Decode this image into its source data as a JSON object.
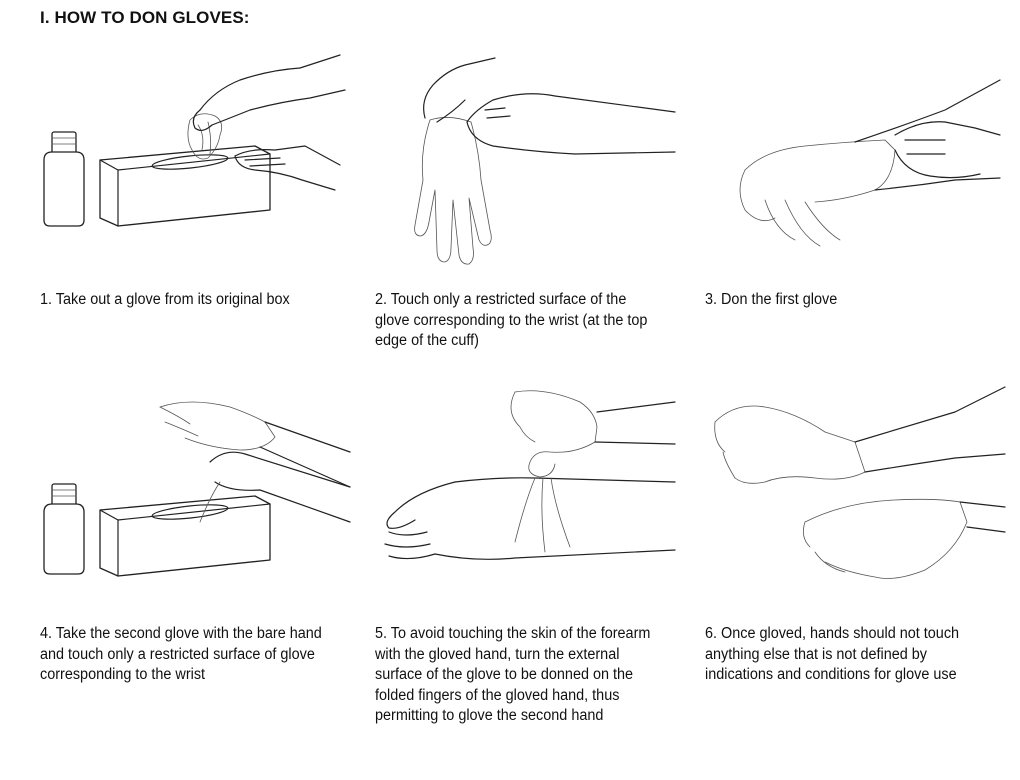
{
  "title": "I. HOW TO DON GLOVES:",
  "steps": [
    {
      "caption": "1. Take out a glove from its original box"
    },
    {
      "caption": "2. Touch only a restricted surface of the glove corresponding to the wrist (at the top edge of the cuff)"
    },
    {
      "caption": "3. Don the first glove"
    },
    {
      "caption": "4. Take the second glove with the bare hand and touch only a restricted surface of glove corresponding to the wrist"
    },
    {
      "caption": "5. To avoid touching the skin of the forearm with the gloved hand, turn the external surface of the glove to be donned on the folded fingers of the gloved hand, thus permitting to glove the second hand"
    },
    {
      "caption": "6. Once gloved, hands should not touch anything else that is not defined by indications and conditions for glove use"
    }
  ]
}
